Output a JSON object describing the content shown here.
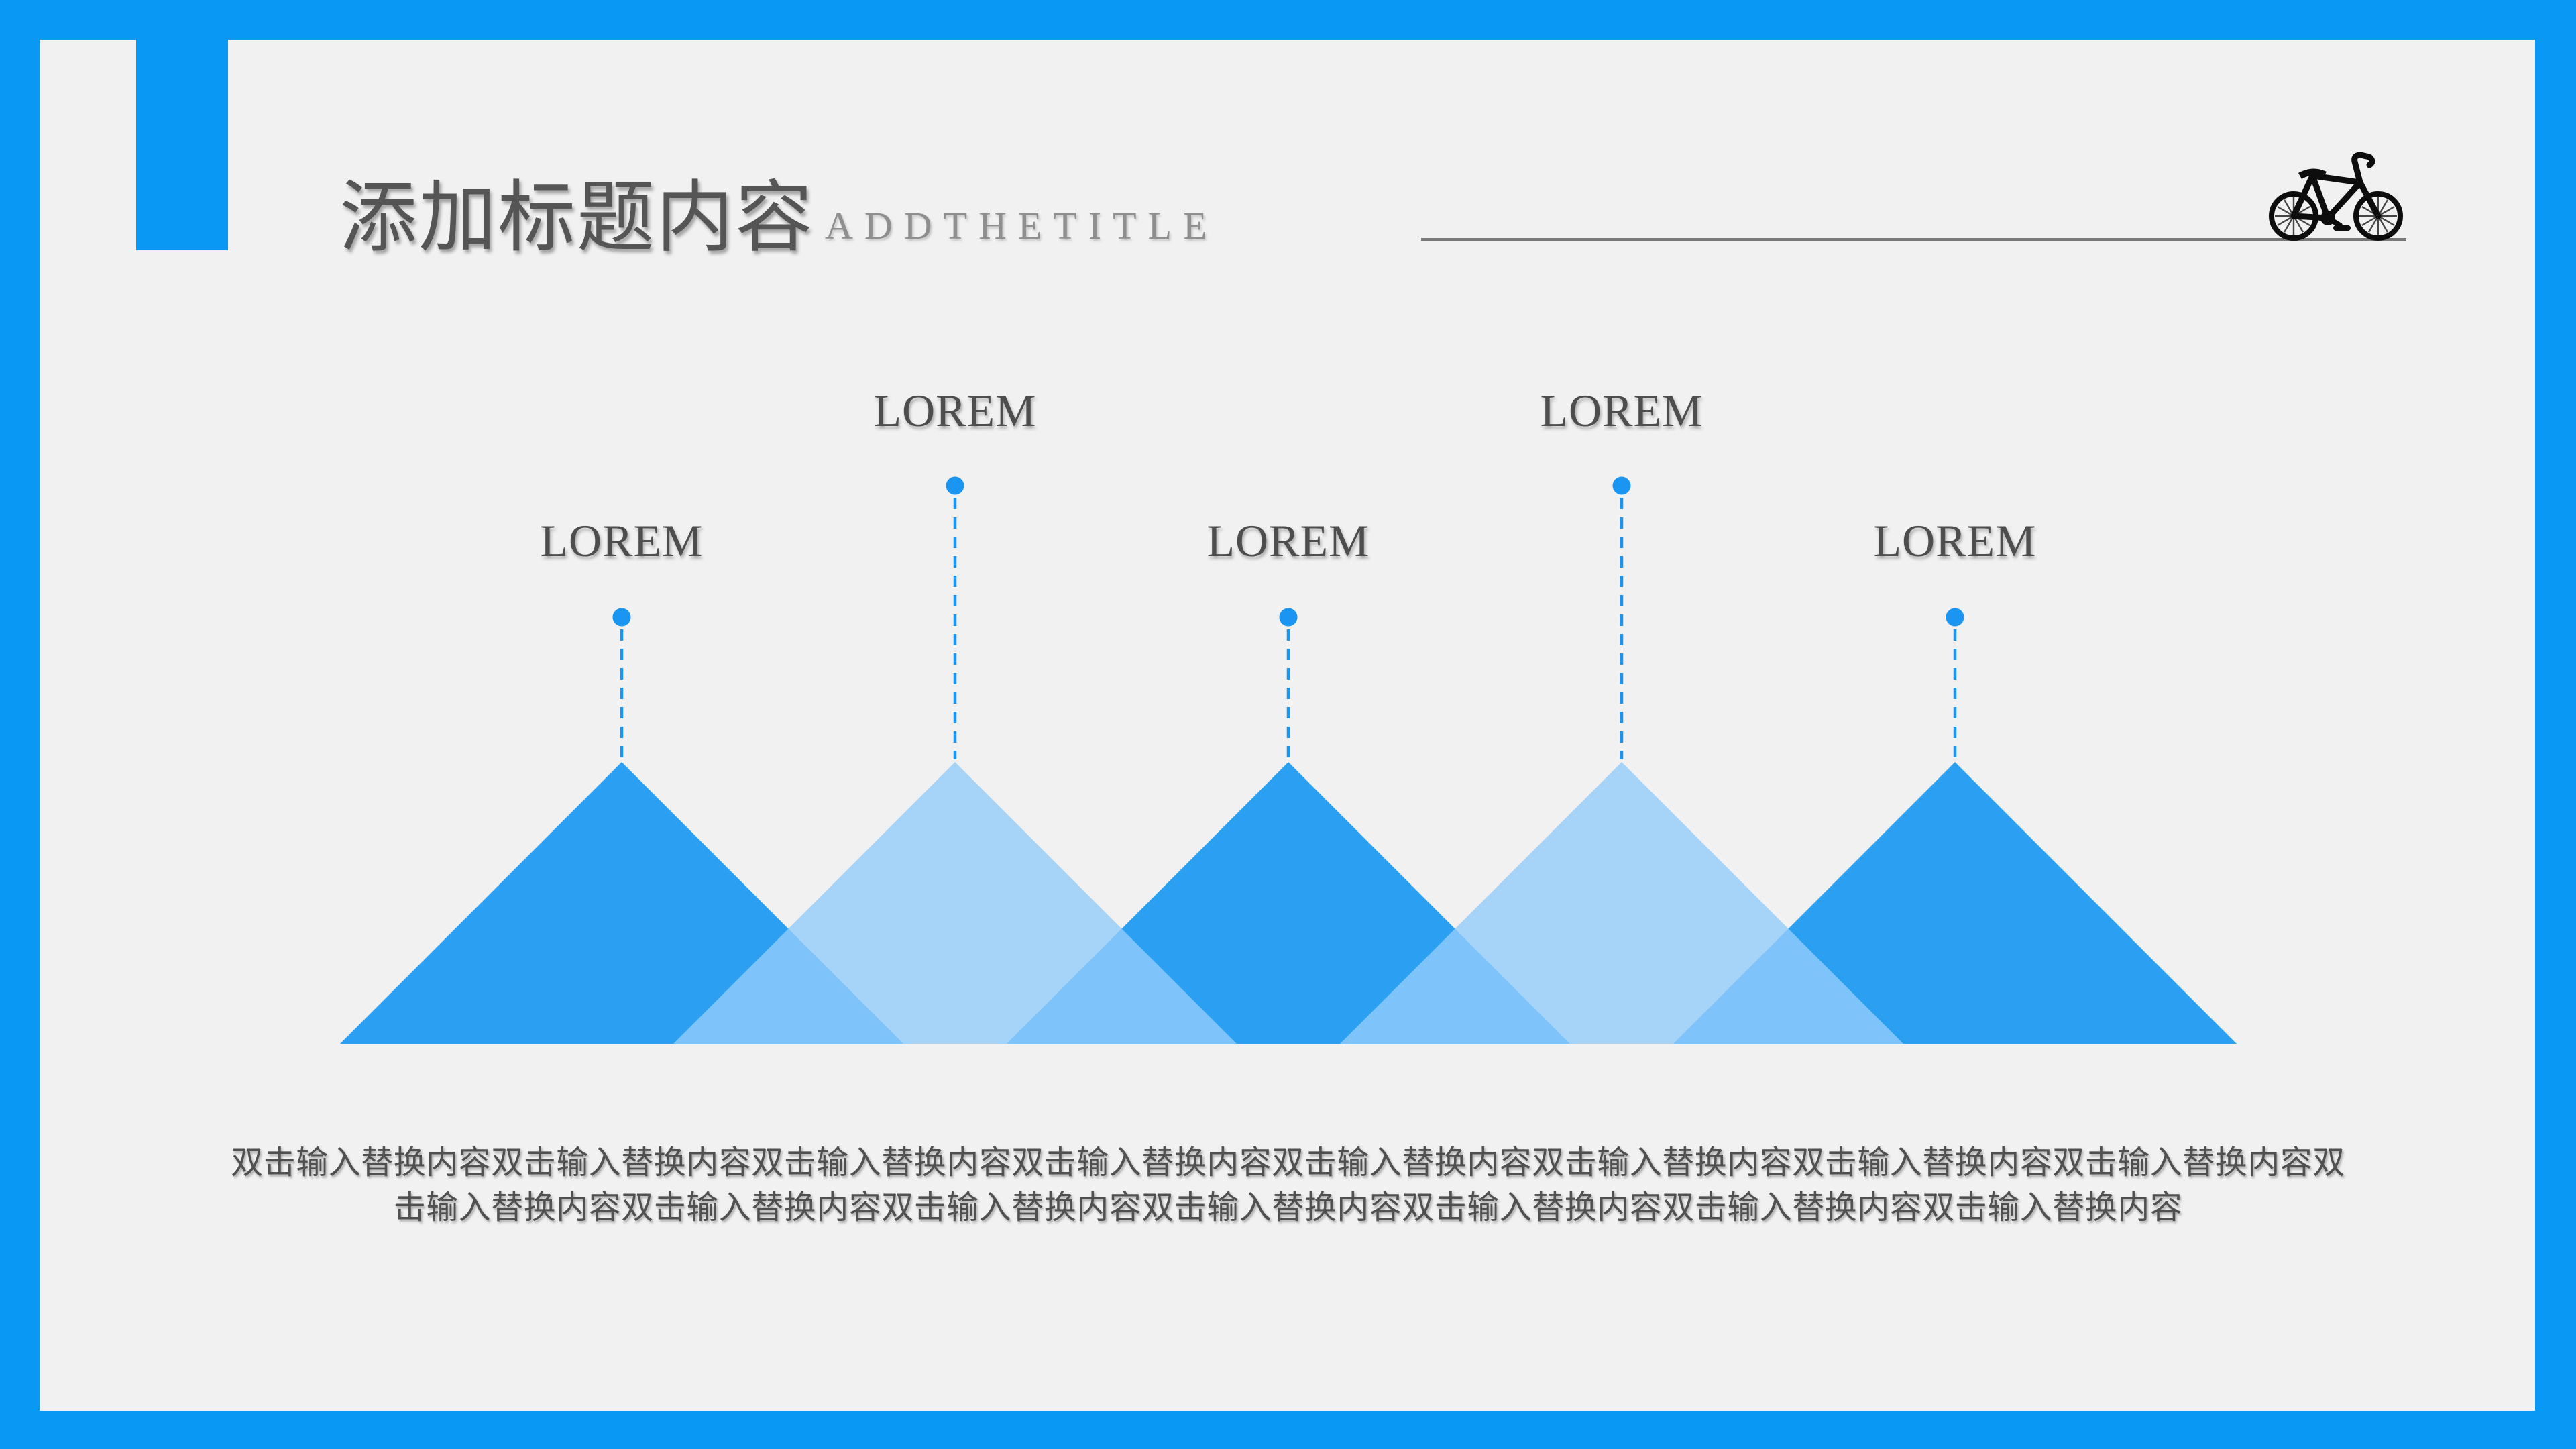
{
  "slide": {
    "title": "添加标题内容",
    "subtitle": "ADDTHETITLE",
    "colors": {
      "frame": "#0A98F5",
      "background": "#F1F1F1",
      "triangle_dark": "#2BA0F3",
      "triangle_light": "#94CCFA",
      "accent": "#1B95F2",
      "title_text": "#555555",
      "subtitle_text": "#8F8F8F",
      "label_text": "#4D4D4D",
      "body_text": "#505050",
      "rule": "#787878",
      "bicycle": "#0D0D0D"
    },
    "icons": {
      "decor": "bicycle-icon"
    }
  },
  "diagram": {
    "labels": [
      {
        "text": "LOREM"
      },
      {
        "text": "LOREM"
      },
      {
        "text": "LOREM"
      },
      {
        "text": "LOREM"
      },
      {
        "text": "LOREM"
      }
    ]
  },
  "body": {
    "line1": "双击输入替换内容双击输入替换内容双击输入替换内容双击输入替换内容双击输入替换内容双击输入替换内容双击输入替换内容双击输入替换内容双",
    "line2": "击输入替换内容双击输入替换内容双击输入替换内容双击输入替换内容双击输入替换内容双击输入替换内容双击输入替换内容"
  }
}
